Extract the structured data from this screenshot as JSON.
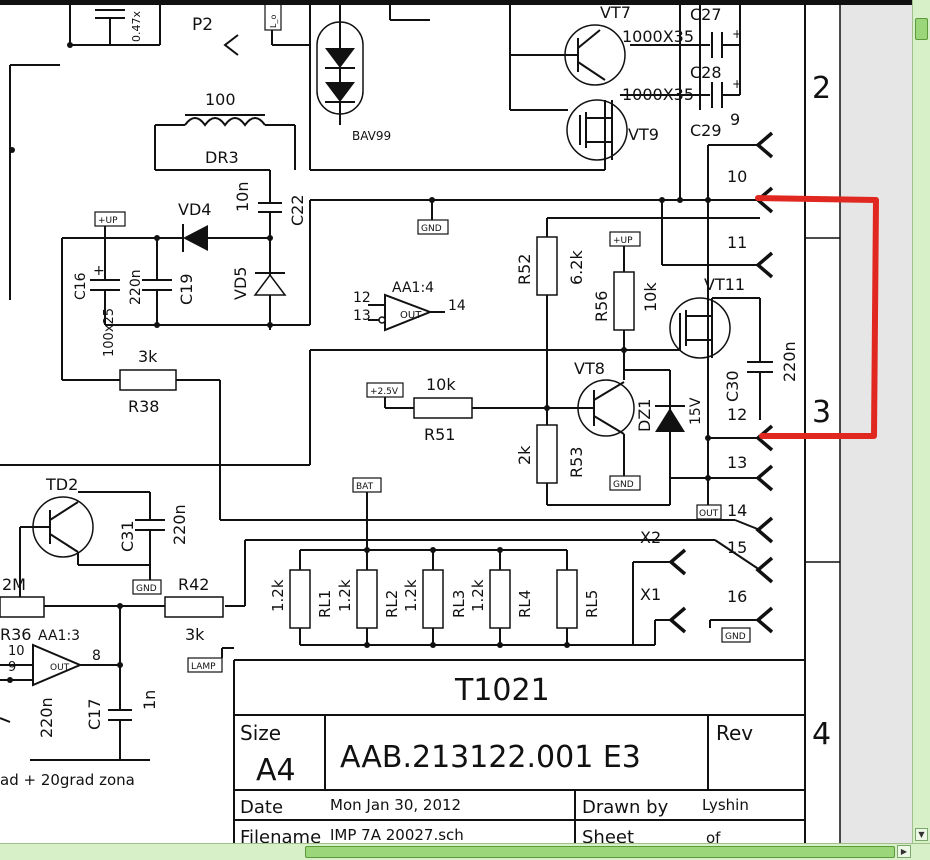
{
  "title_block": {
    "title": "T1021",
    "size_label": "Size",
    "size_value": "A4",
    "doc_number": "AAB.213122.001 E3",
    "rev_label": "Rev",
    "date_label": "Date",
    "date_value": "Mon Jan 30, 2012",
    "drawn_label": "Drawn by",
    "drawn_value": "Lyshin",
    "filename_label": "Filename",
    "filename_value": "IMP   7A   20027.sch",
    "sheet_label": "Sheet",
    "sheet_of": "of"
  },
  "zones": {
    "z2": "2",
    "z3": "3",
    "z4": "4"
  },
  "components": {
    "c27": "C27",
    "c27_val": "1000X35",
    "c28": "C28",
    "c28_val": "1000X35",
    "c29": "C29",
    "vt7": "VT7",
    "vt9": "VT9",
    "vt8": "VT8",
    "vt11": "VT11",
    "td2": "TD2",
    "p2": "P2",
    "cap_047": "0.47x",
    "bav99": "BAV99",
    "dr3": "DR3",
    "dr3_val": "100",
    "c22": "C22",
    "c22_val": "10n",
    "vd4": "VD4",
    "vd5": "VD5",
    "c16": "C16",
    "c16_val": "100x25",
    "c19": "C19",
    "c19_val": "220n",
    "aa14": "AA1:4",
    "aa14_in1": "12",
    "aa14_in2": "13",
    "aa14_out": "14",
    "out": "OUT",
    "r38": "R38",
    "r38_val": "3k",
    "r51": "R51",
    "r51_val": "10k",
    "r52": "R52",
    "r52_val": "6.2k",
    "r56": "R56",
    "r56_val": "10k",
    "r53": "R53",
    "r53_val": "2k",
    "dz1": "DZ1",
    "dz1_val": "15V",
    "c30": "C30",
    "c30_val": "220n",
    "c31": "C31",
    "c31_val": "220n",
    "r42": "R42",
    "r42_val": "3k",
    "r36": "R36",
    "r36_val": "2M",
    "aa13": "AA1:3",
    "aa13_in1": "10",
    "aa13_in2": "9",
    "aa13_out": "8",
    "c17": "C17",
    "c17_val": "1n",
    "c_220n_bl": "220n",
    "rl1": "RL1",
    "rl2": "RL2",
    "rl3": "RL3",
    "rl4": "RL4",
    "rl5": "RL5",
    "rl_val": "1.2k",
    "x1": "X1",
    "x2": "X2",
    "zone_note": "ad + 20grad zona"
  },
  "pins": [
    "9",
    "10",
    "11",
    "12",
    "13",
    "14",
    "15",
    "16"
  ],
  "tags": {
    "up": "+UP",
    "gnd": "GND",
    "bat": "BAT",
    "lamp": "LAMP",
    "v25": "+2.5V",
    "out": "OUT",
    "lout": "L_o"
  },
  "colors": {
    "wire": "#111111",
    "annotation": "#e02820",
    "scroll": "#9bd67a"
  }
}
